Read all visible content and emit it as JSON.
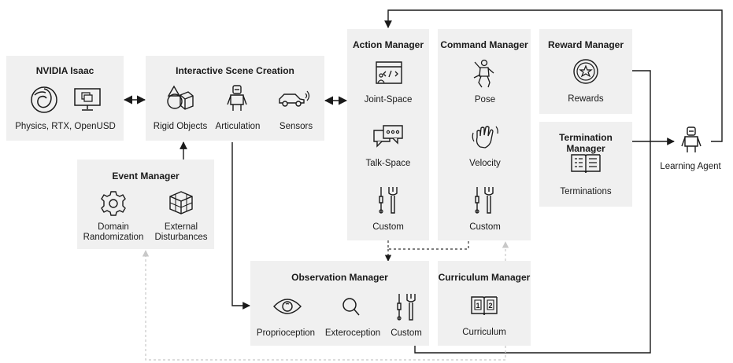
{
  "nvidia_isaac": {
    "title": "NVIDIA Isaac",
    "label": "Physics, RTX, OpenUSD",
    "icons": [
      "omniverse-swirl-icon",
      "monitor-icon"
    ]
  },
  "scene_creation": {
    "title": "Interactive Scene Creation",
    "items": [
      {
        "label": "Rigid Objects",
        "icon": "shapes-icon"
      },
      {
        "label": "Articulation",
        "icon": "robot-icon"
      },
      {
        "label": "Sensors",
        "icon": "car-sensor-icon"
      }
    ]
  },
  "event_manager": {
    "title": "Event Manager",
    "items": [
      {
        "label_lines": [
          "Domain",
          "Randomization"
        ],
        "icon": "gear-icon"
      },
      {
        "label_lines": [
          "External",
          "Disturbances"
        ],
        "icon": "blocks-icon"
      }
    ]
  },
  "action_manager": {
    "title": "Action Manager",
    "items": [
      {
        "label": "Joint-Space",
        "icon": "code-window-icon"
      },
      {
        "label": "Talk-Space",
        "icon": "chat-icon"
      },
      {
        "label": "Custom",
        "icon": "tools-icon"
      }
    ]
  },
  "command_manager": {
    "title": "Command Manager",
    "items": [
      {
        "label": "Pose",
        "icon": "pose-figure-icon"
      },
      {
        "label": "Velocity",
        "icon": "hand-wave-icon"
      },
      {
        "label": "Custom",
        "icon": "tools-icon"
      }
    ]
  },
  "reward_manager": {
    "title": "Reward Manager",
    "label": "Rewards",
    "icon": "star-medal-icon"
  },
  "termination_manager": {
    "title": "Termination Manager",
    "label": "Terminations",
    "icon": "open-book-icon"
  },
  "observation_manager": {
    "title": "Observation Manager",
    "items": [
      {
        "label": "Proprioception",
        "icon": "eye-icon"
      },
      {
        "label": "Exteroception",
        "icon": "magnifier-icon"
      },
      {
        "label": "Custom",
        "icon": "tools-icon"
      }
    ]
  },
  "curriculum_manager": {
    "title": "Curriculum Manager",
    "label": "Curriculum",
    "icon": "numbered-book-icon",
    "page_numbers": [
      "1",
      "2"
    ]
  },
  "learning_agent": {
    "label": "Learning Agent",
    "icon": "robot-icon"
  },
  "colors": {
    "box": "#f0f0f0",
    "line": "#1a1a1a",
    "dashed_dark": "#333333",
    "dashed_light": "#c8c8c8"
  }
}
